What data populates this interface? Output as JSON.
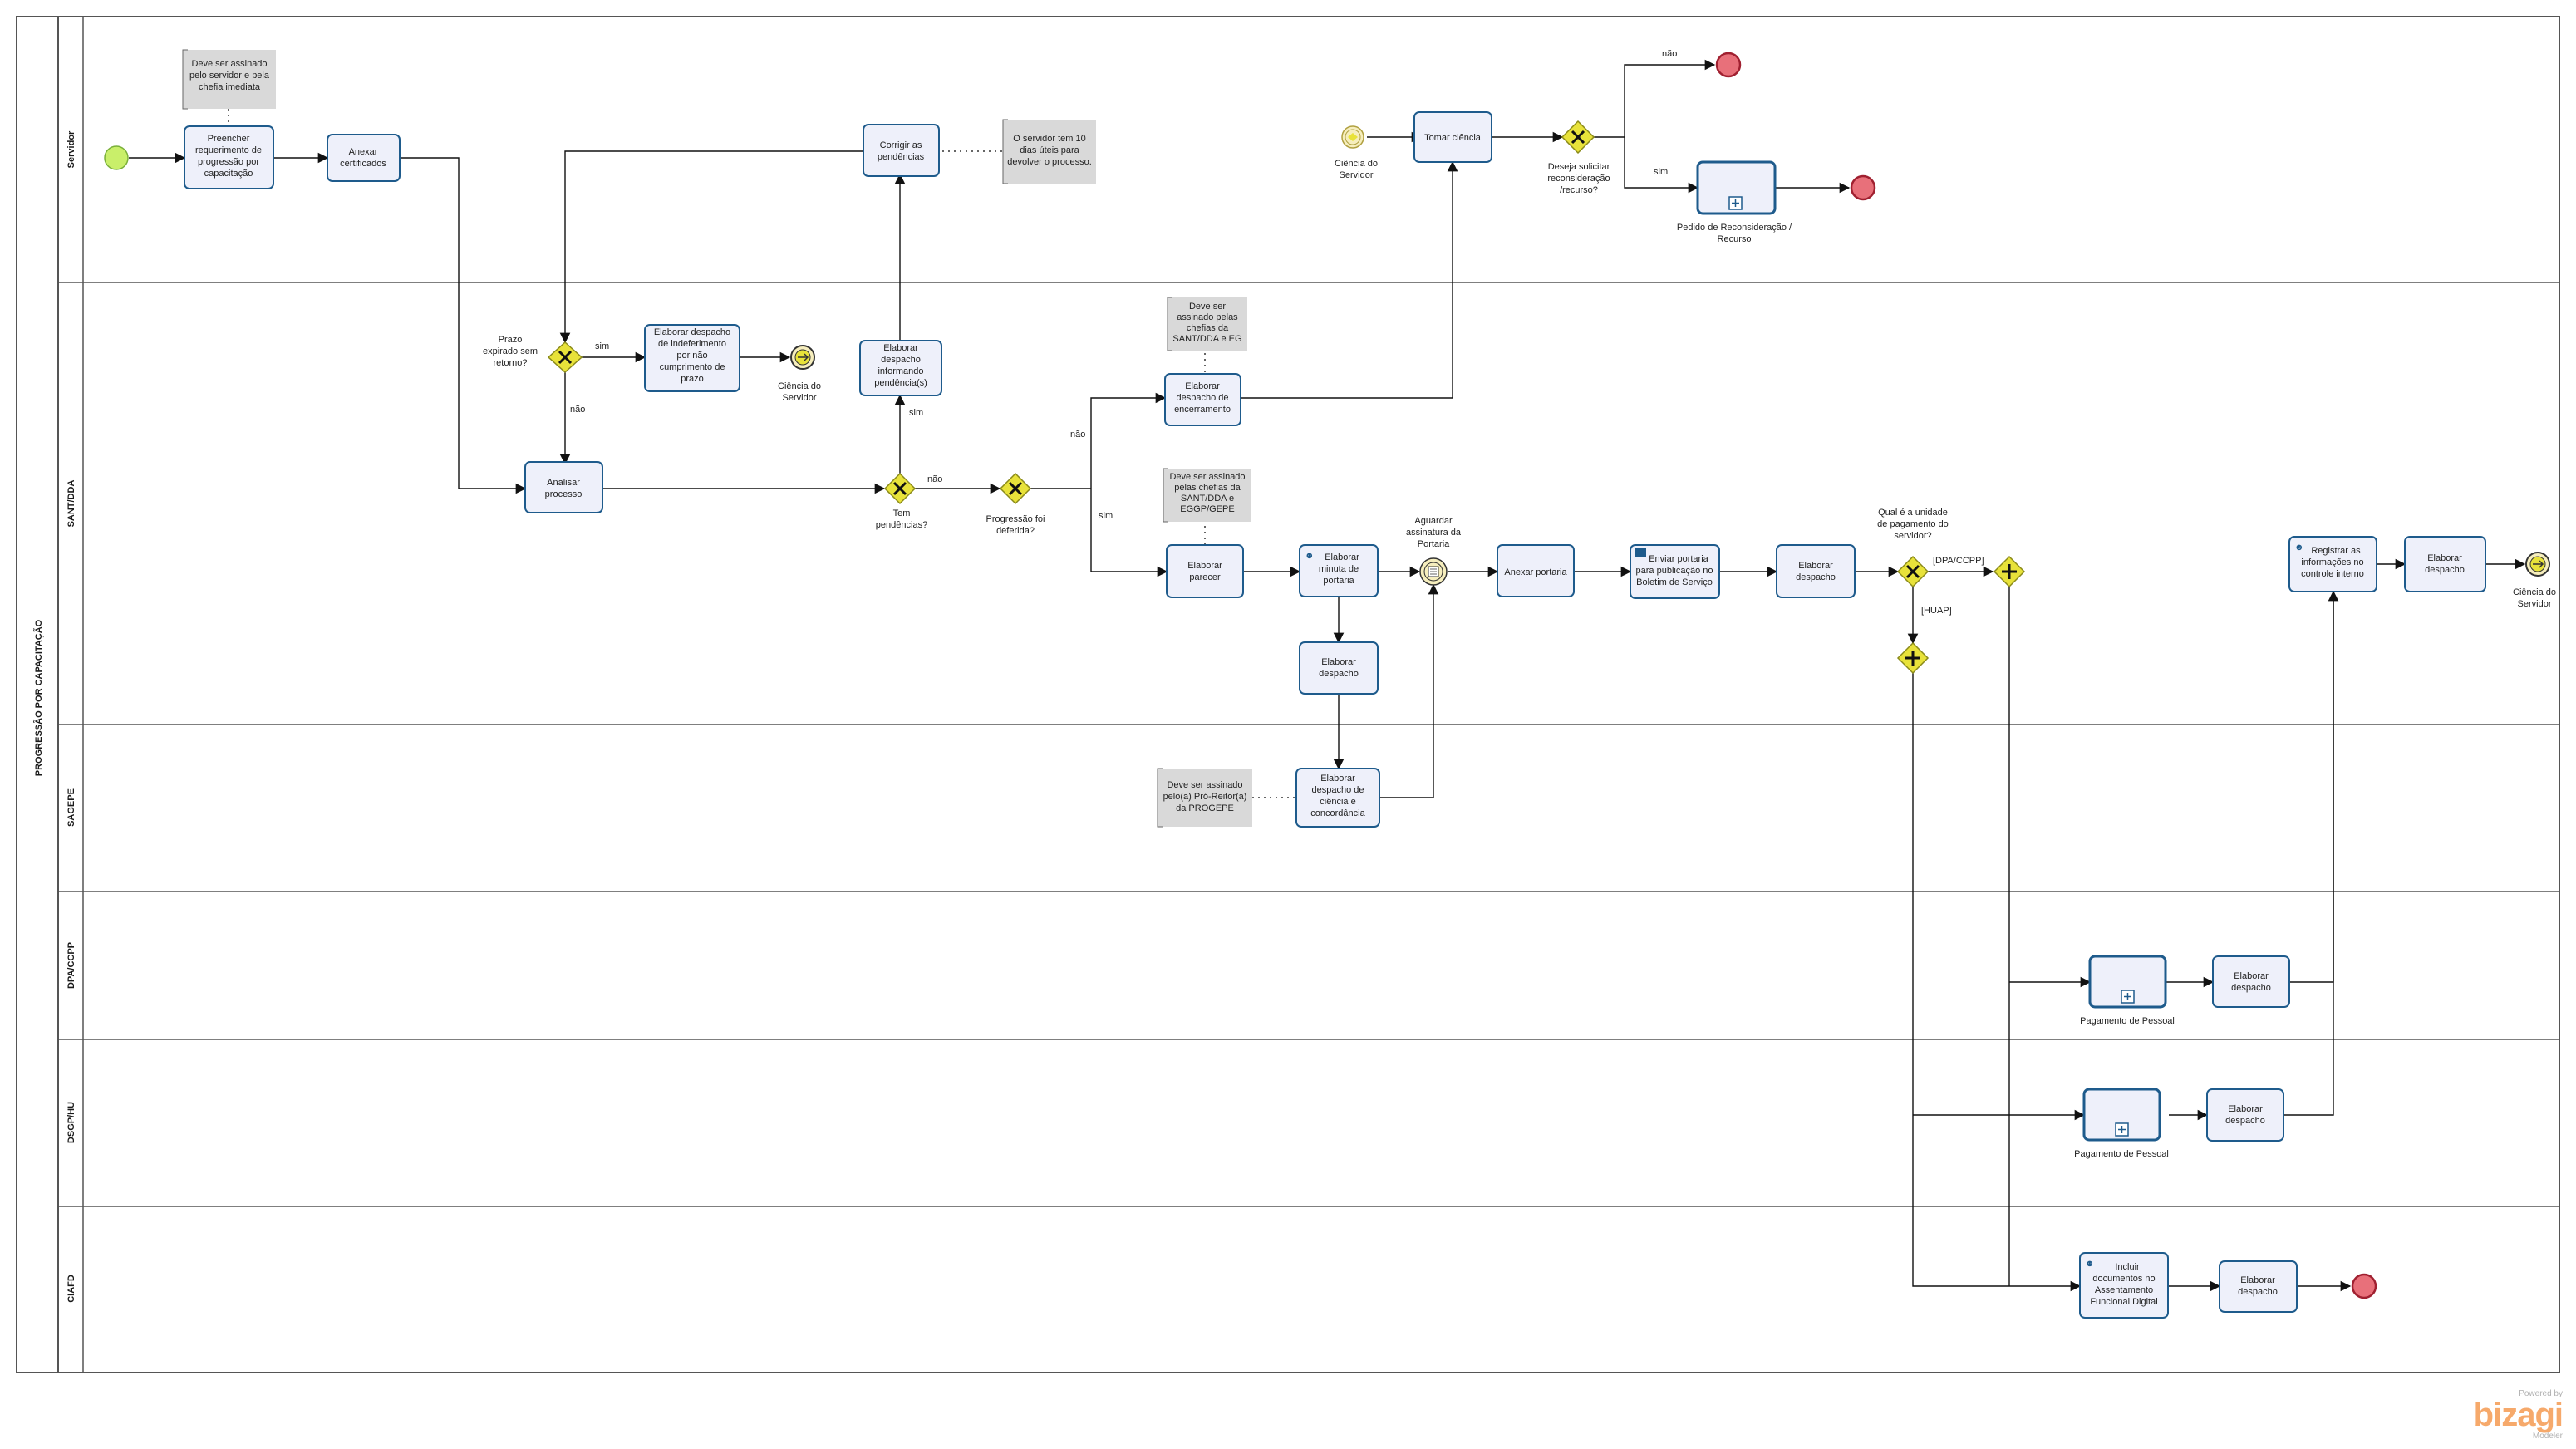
{
  "pool": {
    "title": "PROGRESSÃO POR CAPACITAÇÃO"
  },
  "lanes": [
    "Servidor",
    "SANT/DDA",
    "SAGEPE",
    "DPA/CCPP",
    "DSGP/HU",
    "CIAFD"
  ],
  "tasks": {
    "preencher": "Preencher requerimento de progressão por capacitação",
    "anexar_cert": "Anexar certificados",
    "corrigir": "Corrigir as pendências",
    "tomar_ciencia": "Tomar ciência",
    "elab_indef": "Elaborar despacho de indeferimento por não cumprimento de prazo",
    "elab_pend": "Elaborar despacho informando pendência(s)",
    "analisar": "Analisar processo",
    "elab_enc": "Elaborar despacho de encerramento",
    "elab_parecer": "Elaborar parecer",
    "elab_minuta": "Elaborar minuta de portaria",
    "elab_desp1": "Elaborar despacho",
    "anexar_port": "Anexar portaria",
    "enviar_port": "Enviar portaria para publicação no Boletim de Serviço",
    "elab_desp2": "Elaborar despacho",
    "registrar": "Registrar as informações no controle interno",
    "elab_desp3": "Elaborar despacho",
    "elab_ciencia": "Elaborar despacho de ciência e concordância",
    "elab_dpa": "Elaborar despacho",
    "elab_dsgp": "Elaborar despacho",
    "incluir": "Incluir documentos no Assentamento Funcional Digital",
    "elab_ciafd": "Elaborar despacho"
  },
  "subprocesses": {
    "pedido": "Pedido de Reconsideração / Recurso",
    "pag1": "Pagamento de Pessoal",
    "pag2": "Pagamento de Pessoal"
  },
  "annotations": {
    "a1": "Deve ser assinado pelo servidor e pela chefia imediata",
    "a2": "O servidor tem 10 dias úteis para devolver o processo.",
    "a3": "Deve ser assinado pelas chefias da SANT/DDA e EG",
    "a4": "Deve ser assinado pelas chefias da SANT/DDA e EGGP/GEPE",
    "a5": "Deve ser assinado pelo(a) Pró-Reitor(a) da PROGEPE"
  },
  "gateways": {
    "prazo": "Prazo expirado sem retorno?",
    "pend": "Tem pendências?",
    "deferida": "Progressão foi deferida?",
    "reconsid": "Deseja solicitar reconsideração /recurso?",
    "unidade": "Qual é a unidade de pagamento do servidor?"
  },
  "events": {
    "ciencia_top": "Ciência do Servidor",
    "ciencia_mid": "Ciência do Servidor",
    "aguardar": "Aguardar assinatura da Portaria",
    "ciencia_end": "Ciência do Servidor"
  },
  "flow_labels": {
    "nao_recon": "não",
    "sim_recon": "sim",
    "sim_prazo": "sim",
    "nao_prazo": "não",
    "sim_pend": "sim",
    "nao_pend": "não",
    "nao_def": "não",
    "sim_def": "sim",
    "dpa": "[DPA/CCPP]",
    "huap": "[HUAP]"
  },
  "watermark": {
    "powered": "Powered by",
    "brand": "bizagi",
    "product": "Modeler"
  },
  "colors": {
    "task_fill": "#eef0fa",
    "task_stroke": "#1e5b8c",
    "gateway": "#e8e23a",
    "end": "#e8707a",
    "start": "#c9ef6a",
    "annotation": "#d9d9d9"
  }
}
